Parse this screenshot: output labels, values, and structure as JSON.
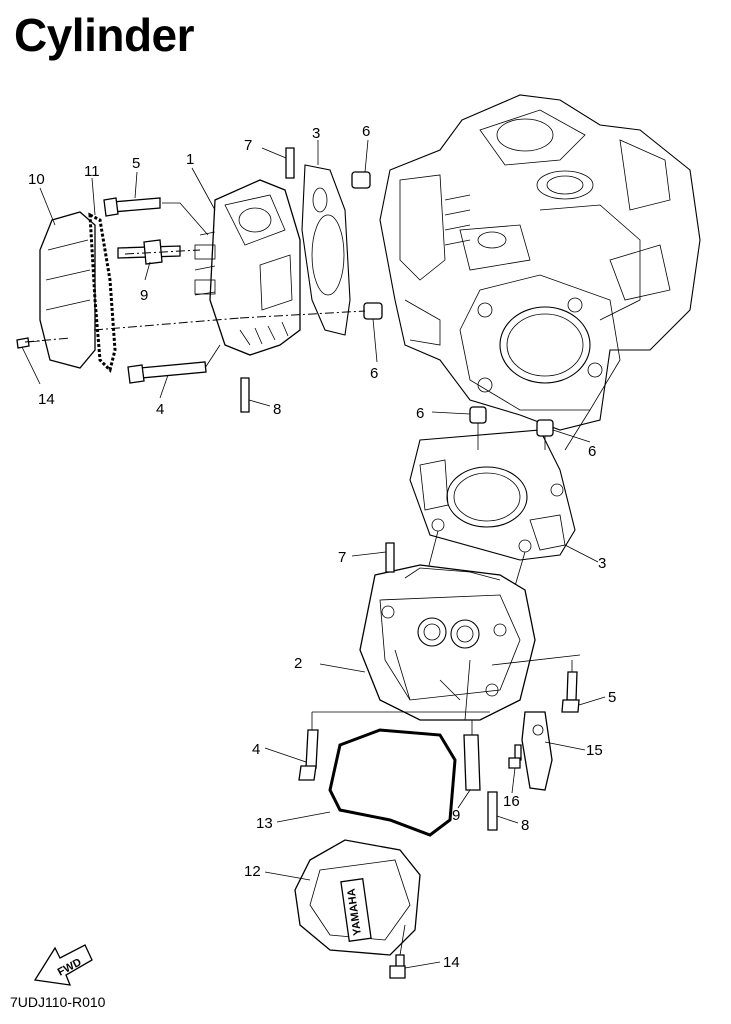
{
  "title": "Cylinder",
  "diagram_code": "7UDJ110-R010",
  "fwd_label": "FWD",
  "cover_logo_text": "YAMAHA",
  "callouts": [
    "10",
    "11",
    "5",
    "1",
    "7",
    "3",
    "6",
    "9",
    "14",
    "4",
    "8",
    "6",
    "6",
    "6",
    "3",
    "7",
    "2",
    "5",
    "4",
    "15",
    "16",
    "9",
    "8",
    "13",
    "12",
    "14"
  ]
}
